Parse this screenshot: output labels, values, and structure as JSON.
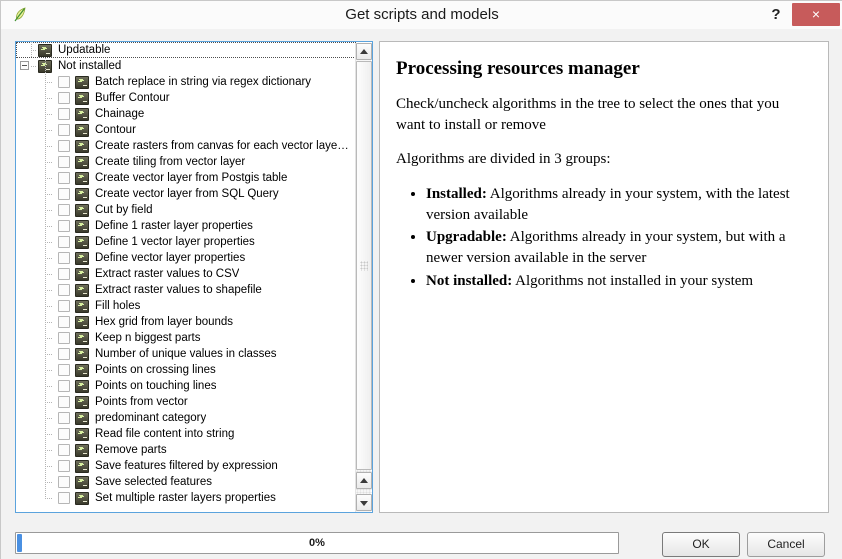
{
  "window": {
    "title": "Get scripts and models",
    "app_icon": "qgis-leaf-icon",
    "help_label": "?",
    "close_label": "×"
  },
  "tree": {
    "groups": [
      {
        "label": "Updatable",
        "expanded": false,
        "focused": true,
        "icon": "script-icon",
        "children": []
      },
      {
        "label": "Not installed",
        "expanded": true,
        "focused": false,
        "icon": "script-icon",
        "children": [
          "Batch replace in string via regex dictionary",
          "Buffer Contour",
          "Chainage",
          "Contour",
          "Create rasters from canvas for each vector laye…",
          "Create tiling from vector layer",
          "Create vector layer from Postgis table",
          "Create vector layer from SQL Query",
          "Cut by field",
          "Define 1 raster layer properties",
          "Define 1 vector layer properties",
          "Define vector layer properties",
          "Extract raster values to CSV",
          "Extract raster values to shapefile",
          "Fill holes",
          "Hex grid from layer bounds",
          "Keep n biggest parts",
          "Number of unique values in classes",
          "Points on crossing lines",
          "Points on touching lines",
          "Points from vector",
          "predominant category",
          "Read file content into string",
          "Remove parts",
          "Save features filtered by expression",
          "Save selected features",
          "Set multiple raster layers properties"
        ]
      }
    ],
    "scrollbar": {
      "up_arrow": "scroll-up-icon",
      "down_arrow": "scroll-down-icon",
      "second_up_arrow": "scroll-up-icon"
    }
  },
  "description": {
    "title": "Processing resources manager",
    "paragraph1": "Check/uncheck algorithms in the tree to select the ones that you want to install or remove",
    "paragraph2": "Algorithms are divided in 3 groups:",
    "bullets": [
      {
        "term": "Installed:",
        "text": " Algorithms already in your system, with the latest version available"
      },
      {
        "term": "Upgradable:",
        "text": " Algorithms already in your system, but with a newer version available in the server"
      },
      {
        "term": "Not installed:",
        "text": " Algorithms not installed in your system"
      }
    ]
  },
  "footer": {
    "progress_value": 0,
    "progress_label": "0%",
    "ok_label": "OK",
    "cancel_label": "Cancel"
  },
  "colors": {
    "close_button": "#c75b5b",
    "tree_focus_border": "#5ba3dd",
    "progress_fill": "#4a90e2"
  }
}
